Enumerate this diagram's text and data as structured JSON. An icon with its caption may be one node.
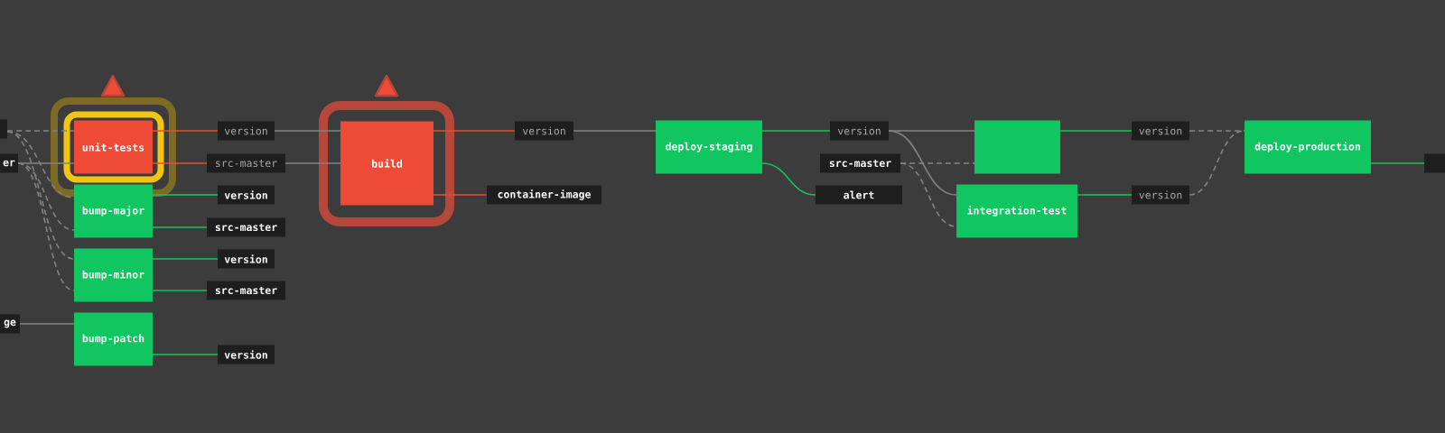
{
  "diagram": {
    "nodes": [
      {
        "text": [],
        "shape": "box"
      },
      {
        "text": [
          "er"
        ]
      },
      {
        "text": [
          "ge"
        ]
      },
      {
        "text": [
          "unit-tests"
        ]
      },
      {
        "text": [
          "bump-major"
        ]
      },
      {
        "text": [
          "bump-minor"
        ]
      },
      {
        "text": [
          "bump-patch"
        ]
      },
      {
        "text": [
          "version"
        ]
      },
      {
        "text": [
          "src-master"
        ]
      },
      {
        "text": [
          "version"
        ]
      },
      {
        "text": [
          "src-master"
        ]
      },
      {
        "text": [
          "version"
        ]
      },
      {
        "text": [
          "src-master"
        ]
      },
      {
        "text": [
          "version"
        ]
      },
      {
        "text": [
          "build"
        ]
      },
      {
        "text": [
          "version"
        ]
      },
      {
        "text": [
          "container-image"
        ]
      },
      {
        "text": [
          "deploy-staging"
        ]
      },
      {
        "text": [
          "version"
        ]
      },
      {
        "text": [
          "src-master"
        ]
      },
      {
        "text": [
          "alert"
        ]
      },
      {
        "text": [],
        "shape": "box"
      },
      {
        "text": [
          "integration-test"
        ]
      },
      {
        "text": [
          "version"
        ]
      },
      {
        "text": [
          "version"
        ]
      },
      {
        "text": [
          "deploy-production"
        ]
      },
      {
        "text": [],
        "shape": "box"
      }
    ],
    "edges": [
      {
        "from": 0,
        "to": 3,
        "arrow": "none",
        "style": "dashed"
      },
      {
        "from": 1,
        "to": 3,
        "arrow": "none"
      },
      {
        "from": 0,
        "to": 4,
        "arrow": "none",
        "style": "dashed"
      },
      {
        "from": 1,
        "to": 4,
        "arrow": "none",
        "style": "dashed"
      },
      {
        "from": 0,
        "to": 5,
        "arrow": "none",
        "style": "dashed"
      },
      {
        "from": 1,
        "to": 5,
        "arrow": "none",
        "style": "dashed"
      },
      {
        "from": 2,
        "to": 6,
        "arrow": "none"
      },
      {
        "from": 3,
        "to": 7,
        "arrow": "none",
        "color": "#ed4b35"
      },
      {
        "from": 3,
        "to": 8,
        "arrow": "none",
        "color": "#ed4b35"
      },
      {
        "from": 4,
        "to": 9,
        "arrow": "none",
        "color": "#11c560"
      },
      {
        "from": 4,
        "to": 10,
        "arrow": "none",
        "color": "#11c560"
      },
      {
        "from": 5,
        "to": 11,
        "arrow": "none",
        "color": "#11c560"
      },
      {
        "from": 5,
        "to": 12,
        "arrow": "none",
        "color": "#11c560"
      },
      {
        "from": 6,
        "to": 13,
        "arrow": "none",
        "color": "#11c560"
      },
      {
        "from": 7,
        "to": 14,
        "arrow": "none"
      },
      {
        "from": 8,
        "to": 14,
        "arrow": "none"
      },
      {
        "from": 14,
        "to": 15,
        "arrow": "none",
        "color": "#ed4b35"
      },
      {
        "from": 14,
        "to": 16,
        "arrow": "none",
        "color": "#ed4b35"
      },
      {
        "from": 15,
        "to": 17,
        "arrow": "none"
      },
      {
        "from": 17,
        "to": 18,
        "arrow": "none",
        "color": "#11c560"
      },
      {
        "from": 17,
        "to": 20,
        "arrow": "none",
        "color": "#11c560"
      },
      {
        "from": 18,
        "to": 21,
        "arrow": "none"
      },
      {
        "from": 18,
        "to": 22,
        "arrow": "none"
      },
      {
        "from": 19,
        "to": 21,
        "arrow": "none",
        "style": "dashed"
      },
      {
        "from": 19,
        "to": 22,
        "arrow": "none",
        "style": "dashed"
      },
      {
        "from": 21,
        "to": 23,
        "arrow": "none",
        "color": "#11c560"
      },
      {
        "from": 22,
        "to": 24,
        "arrow": "none",
        "color": "#11c560"
      },
      {
        "from": 23,
        "to": 25,
        "arrow": "none",
        "style": "dashed"
      },
      {
        "from": 24,
        "to": 25,
        "arrow": "none",
        "style": "dashed"
      },
      {
        "from": 25,
        "to": 26,
        "arrow": "none",
        "color": "#11c560"
      }
    ]
  }
}
